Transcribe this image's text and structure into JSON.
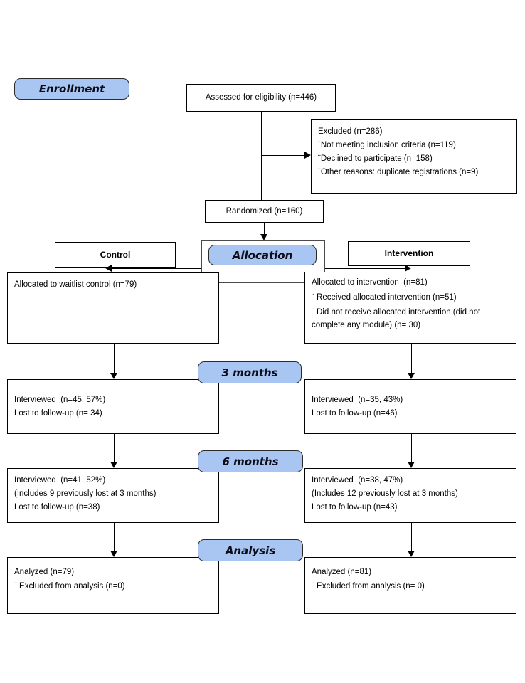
{
  "diagram_title": "CONSORT participant flow diagram",
  "colors": {
    "stage_fill": "#a9c6f3",
    "stage_border": "#2b2b2b",
    "box_border": "#000000",
    "background": "#ffffff"
  },
  "stages": {
    "enrollment": "Enrollment",
    "allocation": "Allocation",
    "three_months": "3 months",
    "six_months": "6 months",
    "analysis": "Analysis"
  },
  "group_headers": {
    "control": "Control",
    "intervention": "Intervention"
  },
  "boxes": {
    "assessed": {
      "lines": [
        "Assessed for eligibility (n=446)"
      ]
    },
    "excluded": {
      "lines": [
        "Excluded (n=286)",
        "¨Not meeting inclusion criteria (n=119)",
        "¨Declined to participate (n=158)",
        "¨Other reasons: duplicate registrations (n=9)"
      ]
    },
    "randomized": {
      "lines": [
        "Randomized (n=160)"
      ]
    },
    "control_allocated": {
      "lines": [
        "Allocated to waitlist control (n=79)"
      ]
    },
    "intervention_allocated": {
      "lines": [
        "Allocated to intervention  (n=81)",
        "¨ Received allocated intervention (n=51)",
        "¨ Did not receive allocated intervention (did not complete any module) (n= 30)"
      ]
    },
    "control_3m": {
      "lines": [
        "Interviewed  (n=45, 57%)",
        "Lost to follow-up (n= 34)"
      ]
    },
    "intervention_3m": {
      "lines": [
        "Interviewed  (n=35, 43%)",
        "Lost to follow-up (n=46)"
      ]
    },
    "control_6m": {
      "lines": [
        "Interviewed  (n=41, 52%)",
        "(Includes 9 previously lost at 3 months)",
        "Lost to follow-up (n=38)"
      ]
    },
    "intervention_6m": {
      "lines": [
        "Interviewed  (n=38, 47%)",
        "(Includes 12 previously lost at 3 months)",
        "Lost to follow-up (n=43)"
      ]
    },
    "control_analysis": {
      "lines": [
        "Analyzed (n=79)",
        "¨ Excluded from analysis (n=0)"
      ]
    },
    "intervention_analysis": {
      "lines": [
        "Analyzed (n=81)",
        "¨ Excluded from analysis (n= 0)"
      ]
    }
  }
}
